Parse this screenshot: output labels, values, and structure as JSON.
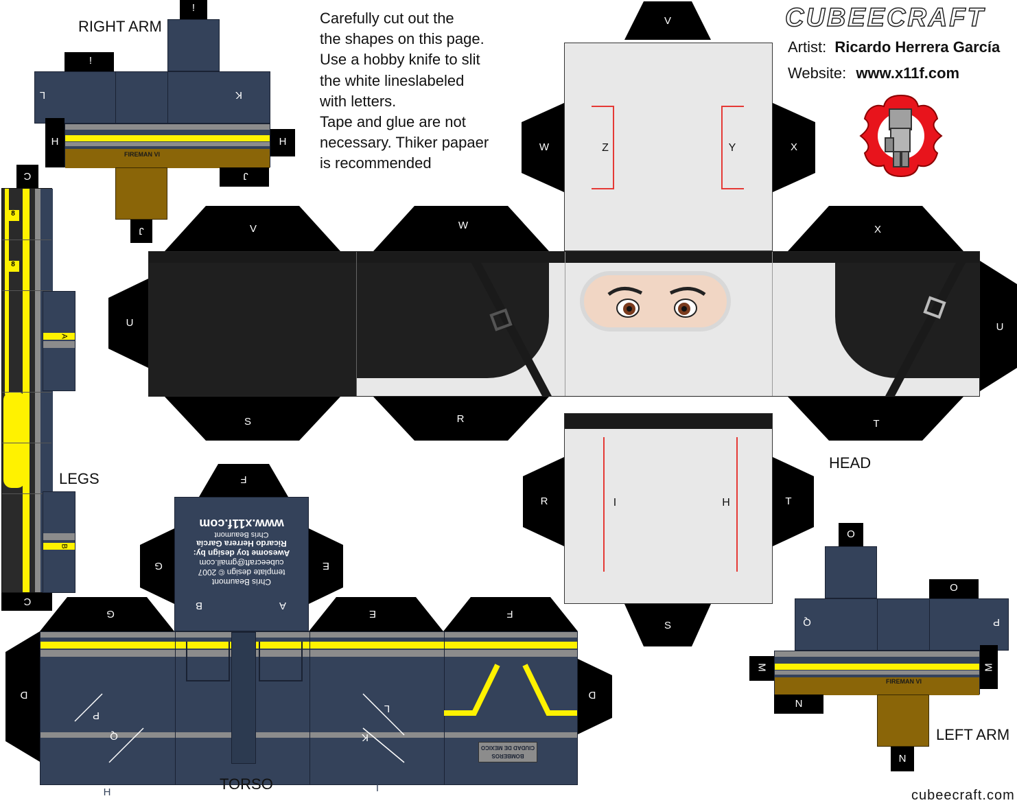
{
  "logo": {
    "text": "CUBEECRAFT"
  },
  "artist": {
    "label": "Artist:",
    "name": "Ricardo Herrera García"
  },
  "website": {
    "label": "Website:",
    "url": "www.x11f.com"
  },
  "instructions": [
    "Carefully cut out the",
    "the shapes on this page.",
    "Use a hobby knife to slit",
    "the white lineslabeled",
    "with letters.",
    "Tape and glue are not",
    "necessary. Thiker papaer",
    "is recommended"
  ],
  "captions": {
    "right_arm": "RIGHT ARM",
    "left_arm": "LEFT ARM",
    "legs": "LEGS",
    "torso": "TORSO",
    "head": "HEAD"
  },
  "arm_badge": "FIREMAN VI",
  "torso_badge": [
    "BOMBEROS",
    "CIUDAD DE MEXICO"
  ],
  "credits": [
    "www.x11f.com",
    "Ricardo Herrera García",
    "Chris Beaumont",
    "Awesome toy design by:",
    "cubeecraft@gmail.com",
    "template design © 2007",
    "Chris Beaumont"
  ],
  "footer": "cubeecraft.com",
  "letters": {
    "v": "V",
    "w": "W",
    "x": "X",
    "y": "Y",
    "z": "Z",
    "u": "U",
    "s": "S",
    "r": "R",
    "t": "T",
    "i": "I",
    "h": "H",
    "a": "A",
    "b": "B",
    "c": "C",
    "d": "D",
    "e": "E",
    "f": "F",
    "g": "G",
    "j": "J",
    "k": "K",
    "l": "L",
    "m": "M",
    "n": "N",
    "o": "O",
    "p": "P",
    "q": "Q",
    "bang": "!",
    "eight": "8"
  },
  "colors": {
    "navy": "#34425a",
    "yellow": "#fff200",
    "gray_stripe": "#8c8c8c",
    "brown": "#8a6508",
    "head_gray": "#e8e8e8",
    "slit_red": "#e53935",
    "tab_black": "#000000",
    "badge_red": "#e8141c"
  }
}
